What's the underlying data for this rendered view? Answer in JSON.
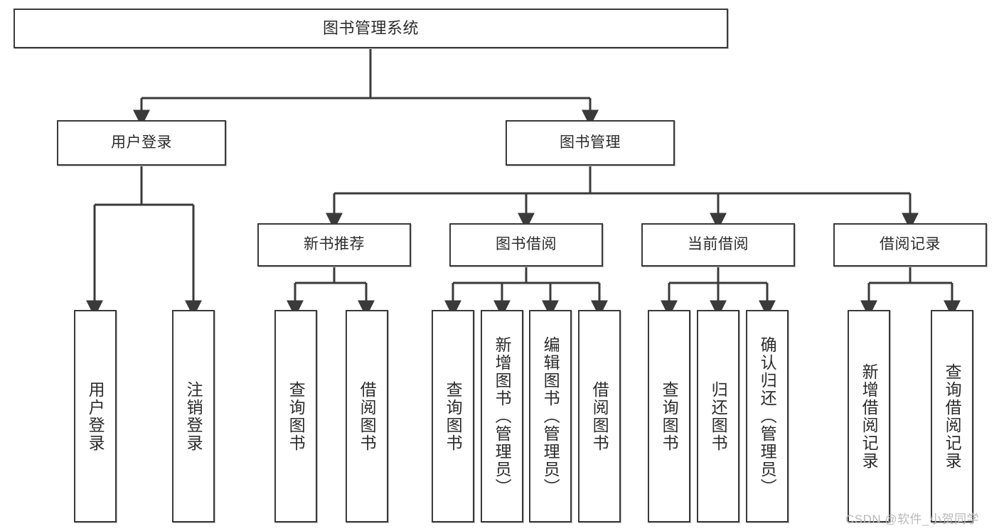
{
  "diagram": {
    "type": "tree-hierarchy-flowchart",
    "orientation": "top-down",
    "title_node": "图书管理系统",
    "style": {
      "box_fill": "#ffffff",
      "box_border": "#3a3a3a",
      "text_color": "#2b2b2b",
      "connector_color": "#3a3a3a",
      "background": "#ffffff"
    },
    "levels": {
      "level1": [
        "图书管理系统"
      ],
      "level2": [
        "用户登录",
        "图书管理"
      ],
      "level3": [
        "新书推荐",
        "图书借阅",
        "当前借阅",
        "借阅记录"
      ],
      "level4": [
        "用户登录",
        "注销登录",
        "查询图书",
        "借阅图书",
        "查询图书",
        "新增图书（管理员）",
        "编辑图书（管理员）",
        "借阅图书",
        "查询图书",
        "归还图书",
        "确认归还（管理员）",
        "新增借阅记录",
        "查询借阅记录"
      ]
    },
    "nodes": {
      "root": {
        "label": "图书管理系统"
      },
      "user_login": {
        "label": "用户登录"
      },
      "book_mgmt": {
        "label": "图书管理"
      },
      "new_book_rec": {
        "label": "新书推荐"
      },
      "book_borrow": {
        "label": "图书借阅"
      },
      "current_borrow": {
        "label": "当前借阅"
      },
      "borrow_record": {
        "label": "借阅记录"
      },
      "leaf_user_login": {
        "label": "用户登录"
      },
      "leaf_logout": {
        "label": "注销登录"
      },
      "leaf_query_book_a": {
        "label": "查询图书"
      },
      "leaf_borrow_book_a": {
        "label": "借阅图书"
      },
      "leaf_query_book_b": {
        "label": "查询图书"
      },
      "leaf_add_book_admin": {
        "label": "新增图书（管理员）"
      },
      "leaf_edit_book_admin": {
        "label": "编辑图书（管理员）"
      },
      "leaf_borrow_book_b": {
        "label": "借阅图书"
      },
      "leaf_query_book_c": {
        "label": "查询图书"
      },
      "leaf_return_book": {
        "label": "归还图书"
      },
      "leaf_confirm_return_admin": {
        "label": "确认归还（管理员）"
      },
      "leaf_add_borrow_record": {
        "label": "新增借阅记录"
      },
      "leaf_query_borrow_record": {
        "label": "查询借阅记录"
      }
    },
    "edges": [
      {
        "from": "图书管理系统",
        "to": "用户登录"
      },
      {
        "from": "图书管理系统",
        "to": "图书管理"
      },
      {
        "from": "用户登录",
        "to": "用户登录"
      },
      {
        "from": "用户登录",
        "to": "注销登录"
      },
      {
        "from": "图书管理",
        "to": "新书推荐"
      },
      {
        "from": "图书管理",
        "to": "图书借阅"
      },
      {
        "from": "图书管理",
        "to": "当前借阅"
      },
      {
        "from": "图书管理",
        "to": "借阅记录"
      },
      {
        "from": "新书推荐",
        "to": "查询图书"
      },
      {
        "from": "新书推荐",
        "to": "借阅图书"
      },
      {
        "from": "图书借阅",
        "to": "查询图书"
      },
      {
        "from": "图书借阅",
        "to": "新增图书（管理员）"
      },
      {
        "from": "图书借阅",
        "to": "编辑图书（管理员）"
      },
      {
        "from": "图书借阅",
        "to": "借阅图书"
      },
      {
        "from": "当前借阅",
        "to": "查询图书"
      },
      {
        "from": "当前借阅",
        "to": "归还图书"
      },
      {
        "from": "当前借阅",
        "to": "确认归还（管理员）"
      },
      {
        "from": "借阅记录",
        "to": "新增借阅记录"
      },
      {
        "from": "借阅记录",
        "to": "查询借阅记录"
      }
    ]
  },
  "watermark": {
    "text": "CSDN @软件_小贺同学"
  }
}
